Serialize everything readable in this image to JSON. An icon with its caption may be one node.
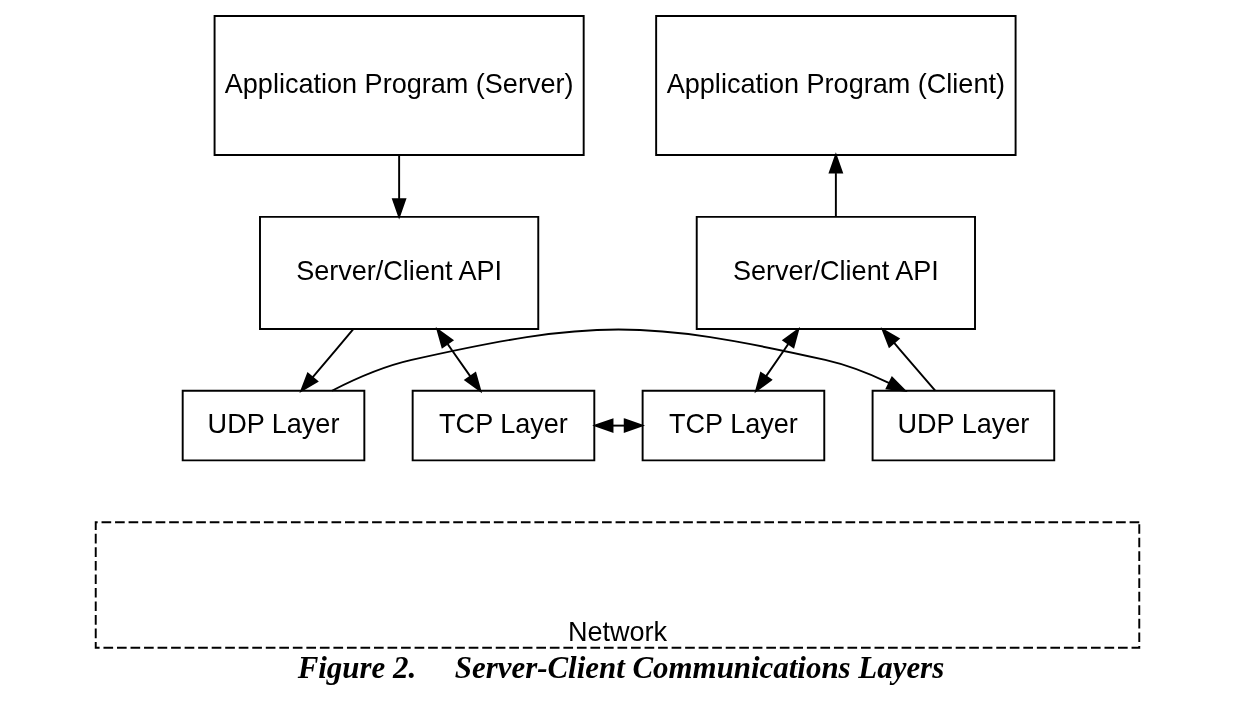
{
  "diagram": {
    "caption": "Figure 2.     Server-Client Communications Layers",
    "nodes": [
      {
        "text": [
          "Application Program (Server)"
        ]
      },
      {
        "text": [
          "Application Program (Client)"
        ]
      },
      {
        "text": [
          "Server/Client API"
        ]
      },
      {
        "text": [
          "Server/Client API"
        ]
      },
      {
        "text": [
          "TCP Layer"
        ]
      },
      {
        "text": [
          "UDP Layer"
        ]
      },
      {
        "text": [
          "UDP Layer"
        ]
      },
      {
        "text": [
          "TCP Layer"
        ]
      },
      {
        "text": [
          "Network"
        ]
      }
    ],
    "edges": [
      {
        "from": 0,
        "to": 2,
        "arrow": "to"
      },
      {
        "from": 3,
        "to": 1,
        "arrow": "to"
      },
      {
        "from": 2,
        "to": 4,
        "arrow": "both"
      },
      {
        "from": 2,
        "to": 5,
        "arrow": "to"
      },
      {
        "from": 6,
        "to": 3,
        "arrow": "to"
      },
      {
        "from": 3,
        "to": 7,
        "arrow": "both"
      },
      {
        "from": 5,
        "to": 6,
        "arrow": "to"
      },
      {
        "from": 4,
        "to": 7,
        "arrow": "both"
      }
    ]
  }
}
